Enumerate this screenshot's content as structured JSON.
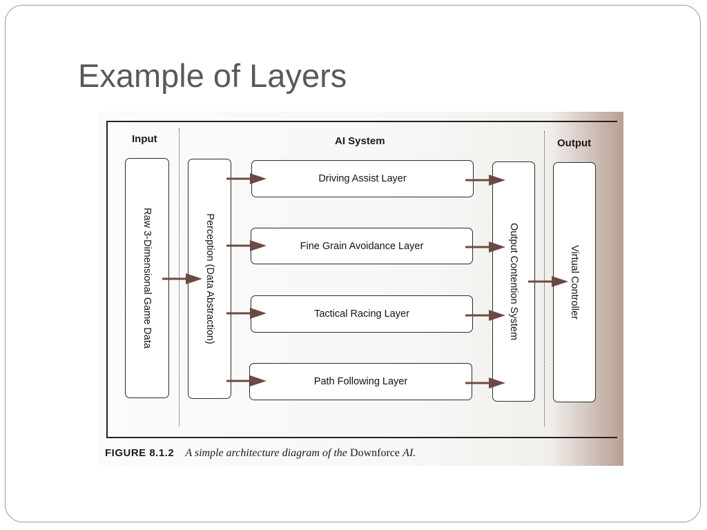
{
  "slide": {
    "title": "Example of Layers"
  },
  "figure": {
    "columns": {
      "input": "Input",
      "ai_system": "AI System",
      "output": "Output"
    },
    "input_box": "Raw 3-Dimensional Game Data",
    "perception_box": "Perception (Data Abstraction)",
    "layers": [
      "Driving Assist Layer",
      "Fine Grain Avoidance Layer",
      "Tactical Racing Layer",
      "Path Following Layer"
    ],
    "contention_box": "Output Contention System",
    "output_box": "Virtual Controller",
    "caption": {
      "number": "FIGURE 8.1.2",
      "text_a": "A simple architecture diagram of the",
      "name": "Downforce",
      "text_b": "AI."
    }
  },
  "colors": {
    "title": "#595959",
    "arrow_fill": "#6b4a44",
    "frame": "#222222"
  }
}
